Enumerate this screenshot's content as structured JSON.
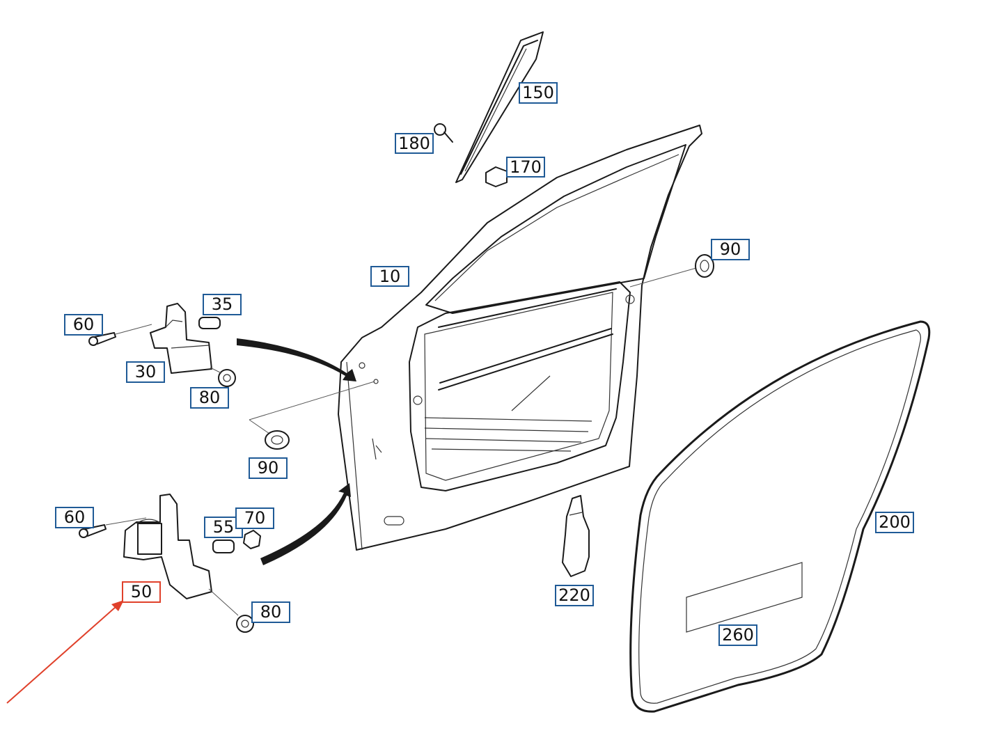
{
  "colors": {
    "callout_border": "#1f5a96",
    "highlight_border": "#e0412b",
    "pointer_arrow": "#e0412b",
    "line_art": "#1a1a1a"
  },
  "callouts": {
    "c150": "150",
    "c180": "180",
    "c170": "170",
    "c10": "10",
    "c90_top": "90",
    "c60_top": "60",
    "c35": "35",
    "c30": "30",
    "c80_top": "80",
    "c90_mid": "90",
    "c60_bottom": "60",
    "c55": "55",
    "c70": "70",
    "c50": "50",
    "c80_bottom": "80",
    "c220": "220",
    "c200": "200",
    "c260": "260"
  },
  "icons": {
    "pointer": "red-pointer-arrow-icon",
    "mount_arrow_upper": "curved-arrow-icon",
    "mount_arrow_lower": "curved-arrow-icon"
  }
}
